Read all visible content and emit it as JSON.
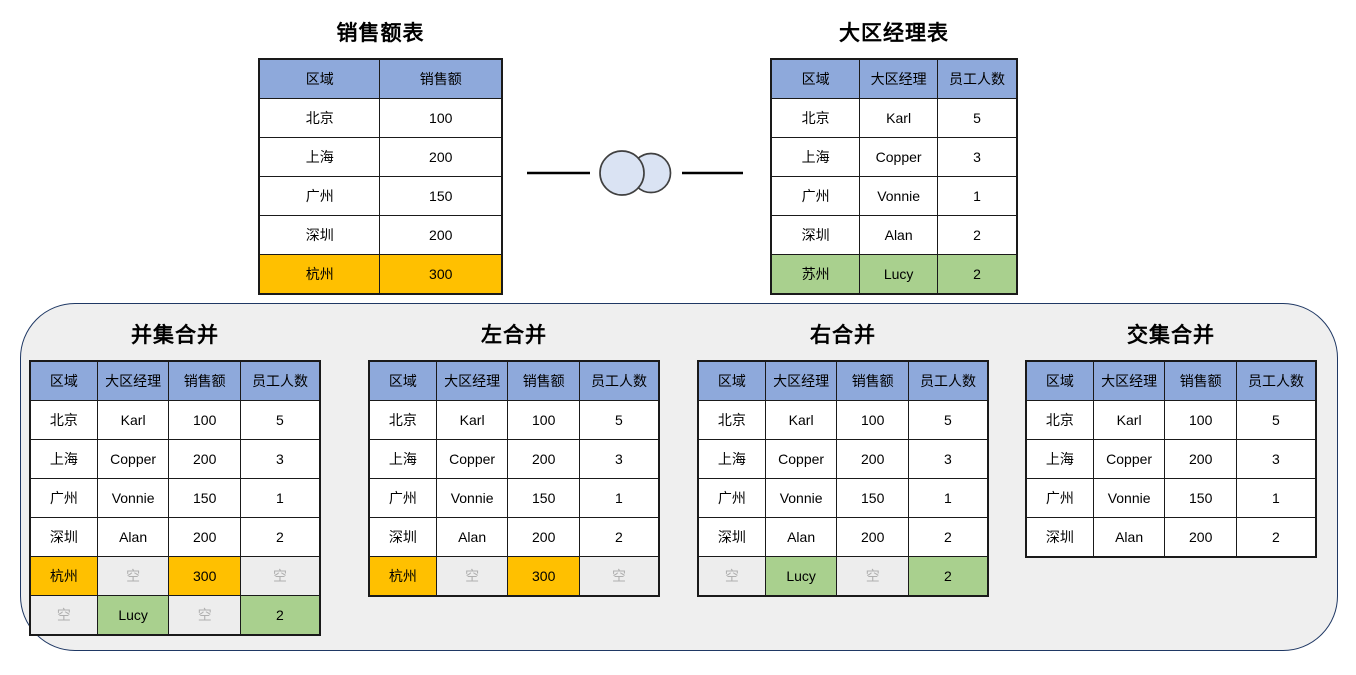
{
  "palette": {
    "header_blue": "#8EA9DB",
    "highlight_orange": "#FFC000",
    "highlight_green": "#A9D08E",
    "empty_cell_bg": "#EDEDED",
    "empty_cell_text": "#B0B0B0",
    "grid_border": "#1A1A1A",
    "container_bg": "#EFEFEF",
    "container_border": "#1F3864",
    "venn_circle_fill": "#DAE3F3",
    "venn_circle_stroke": "#404040"
  },
  "source_tables": {
    "sales": {
      "title": "销售额表",
      "headers": [
        "区域",
        "销售额"
      ],
      "rows": [
        {
          "cells": [
            "北京",
            "100"
          ],
          "style": "n"
        },
        {
          "cells": [
            "上海",
            "200"
          ],
          "style": "n"
        },
        {
          "cells": [
            "广州",
            "150"
          ],
          "style": "n"
        },
        {
          "cells": [
            "深圳",
            "200"
          ],
          "style": "n"
        },
        {
          "cells": [
            "杭州",
            "300"
          ],
          "style": "o"
        }
      ]
    },
    "manager": {
      "title": "大区经理表",
      "headers": [
        "区域",
        "大区经理",
        "员工人数"
      ],
      "rows": [
        {
          "cells": [
            "北京",
            "Karl",
            "5"
          ],
          "style": "n"
        },
        {
          "cells": [
            "上海",
            "Copper",
            "3"
          ],
          "style": "n"
        },
        {
          "cells": [
            "广州",
            "Vonnie",
            "1"
          ],
          "style": "n"
        },
        {
          "cells": [
            "深圳",
            "Alan",
            "2"
          ],
          "style": "n"
        },
        {
          "cells": [
            "苏州",
            "Lucy",
            "2"
          ],
          "style": "g"
        }
      ]
    }
  },
  "merge_tables": [
    {
      "title": "并集合并",
      "headers": [
        "区域",
        "大区经理",
        "销售额",
        "员工人数"
      ],
      "rows": [
        [
          {
            "t": "北京",
            "s": "n"
          },
          {
            "t": "Karl",
            "s": "n"
          },
          {
            "t": "100",
            "s": "n"
          },
          {
            "t": "5",
            "s": "n"
          }
        ],
        [
          {
            "t": "上海",
            "s": "n"
          },
          {
            "t": "Copper",
            "s": "n"
          },
          {
            "t": "200",
            "s": "n"
          },
          {
            "t": "3",
            "s": "n"
          }
        ],
        [
          {
            "t": "广州",
            "s": "n"
          },
          {
            "t": "Vonnie",
            "s": "n"
          },
          {
            "t": "150",
            "s": "n"
          },
          {
            "t": "1",
            "s": "n"
          }
        ],
        [
          {
            "t": "深圳",
            "s": "n"
          },
          {
            "t": "Alan",
            "s": "n"
          },
          {
            "t": "200",
            "s": "n"
          },
          {
            "t": "2",
            "s": "n"
          }
        ],
        [
          {
            "t": "杭州",
            "s": "o"
          },
          {
            "t": "空",
            "s": "e"
          },
          {
            "t": "300",
            "s": "o"
          },
          {
            "t": "空",
            "s": "e"
          }
        ],
        [
          {
            "t": "空",
            "s": "e"
          },
          {
            "t": "Lucy",
            "s": "g"
          },
          {
            "t": "空",
            "s": "e"
          },
          {
            "t": "2",
            "s": "g"
          }
        ]
      ]
    },
    {
      "title": "左合并",
      "headers": [
        "区域",
        "大区经理",
        "销售额",
        "员工人数"
      ],
      "rows": [
        [
          {
            "t": "北京",
            "s": "n"
          },
          {
            "t": "Karl",
            "s": "n"
          },
          {
            "t": "100",
            "s": "n"
          },
          {
            "t": "5",
            "s": "n"
          }
        ],
        [
          {
            "t": "上海",
            "s": "n"
          },
          {
            "t": "Copper",
            "s": "n"
          },
          {
            "t": "200",
            "s": "n"
          },
          {
            "t": "3",
            "s": "n"
          }
        ],
        [
          {
            "t": "广州",
            "s": "n"
          },
          {
            "t": "Vonnie",
            "s": "n"
          },
          {
            "t": "150",
            "s": "n"
          },
          {
            "t": "1",
            "s": "n"
          }
        ],
        [
          {
            "t": "深圳",
            "s": "n"
          },
          {
            "t": "Alan",
            "s": "n"
          },
          {
            "t": "200",
            "s": "n"
          },
          {
            "t": "2",
            "s": "n"
          }
        ],
        [
          {
            "t": "杭州",
            "s": "o"
          },
          {
            "t": "空",
            "s": "e"
          },
          {
            "t": "300",
            "s": "o"
          },
          {
            "t": "空",
            "s": "e"
          }
        ]
      ]
    },
    {
      "title": "右合并",
      "headers": [
        "区域",
        "大区经理",
        "销售额",
        "员工人数"
      ],
      "rows": [
        [
          {
            "t": "北京",
            "s": "n"
          },
          {
            "t": "Karl",
            "s": "n"
          },
          {
            "t": "100",
            "s": "n"
          },
          {
            "t": "5",
            "s": "n"
          }
        ],
        [
          {
            "t": "上海",
            "s": "n"
          },
          {
            "t": "Copper",
            "s": "n"
          },
          {
            "t": "200",
            "s": "n"
          },
          {
            "t": "3",
            "s": "n"
          }
        ],
        [
          {
            "t": "广州",
            "s": "n"
          },
          {
            "t": "Vonnie",
            "s": "n"
          },
          {
            "t": "150",
            "s": "n"
          },
          {
            "t": "1",
            "s": "n"
          }
        ],
        [
          {
            "t": "深圳",
            "s": "n"
          },
          {
            "t": "Alan",
            "s": "n"
          },
          {
            "t": "200",
            "s": "n"
          },
          {
            "t": "2",
            "s": "n"
          }
        ],
        [
          {
            "t": "空",
            "s": "e"
          },
          {
            "t": "Lucy",
            "s": "g"
          },
          {
            "t": "空",
            "s": "e"
          },
          {
            "t": "2",
            "s": "g"
          }
        ]
      ]
    },
    {
      "title": "交集合并",
      "headers": [
        "区域",
        "大区经理",
        "销售额",
        "员工人数"
      ],
      "rows": [
        [
          {
            "t": "北京",
            "s": "n"
          },
          {
            "t": "Karl",
            "s": "n"
          },
          {
            "t": "100",
            "s": "n"
          },
          {
            "t": "5",
            "s": "n"
          }
        ],
        [
          {
            "t": "上海",
            "s": "n"
          },
          {
            "t": "Copper",
            "s": "n"
          },
          {
            "t": "200",
            "s": "n"
          },
          {
            "t": "3",
            "s": "n"
          }
        ],
        [
          {
            "t": "广州",
            "s": "n"
          },
          {
            "t": "Vonnie",
            "s": "n"
          },
          {
            "t": "150",
            "s": "n"
          },
          {
            "t": "1",
            "s": "n"
          }
        ],
        [
          {
            "t": "深圳",
            "s": "n"
          },
          {
            "t": "Alan",
            "s": "n"
          },
          {
            "t": "200",
            "s": "n"
          },
          {
            "t": "2",
            "s": "n"
          }
        ]
      ]
    }
  ]
}
